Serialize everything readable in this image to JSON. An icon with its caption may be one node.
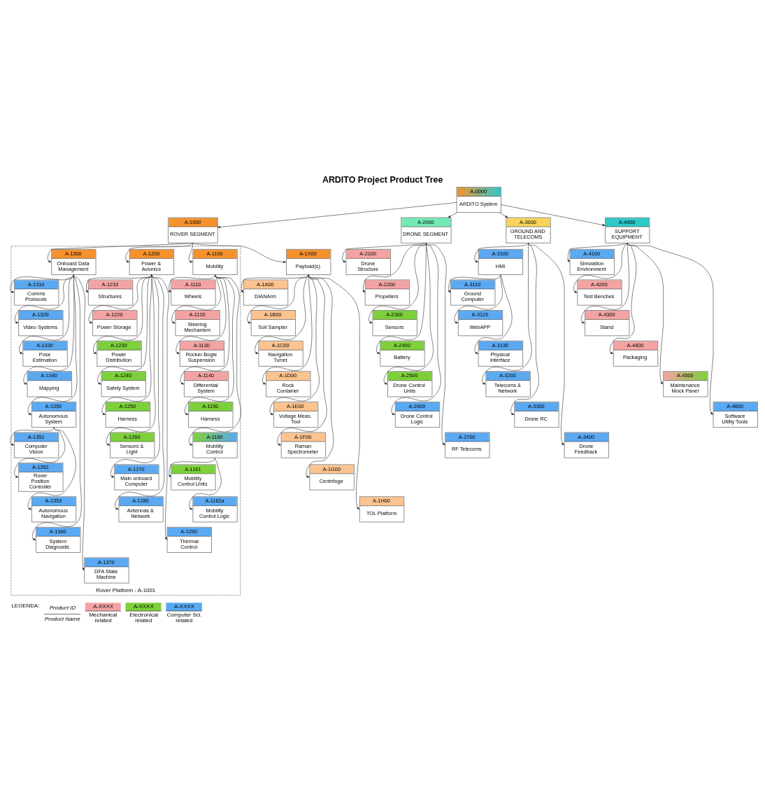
{
  "diagram": {
    "title": "ARDITO Project Product Tree",
    "nodes": [
      {
        "text": [
          "A-0000",
          "ARDITO System"
        ]
      },
      {
        "text": [
          "A-1000",
          "ROVER SEGMENT"
        ]
      },
      {
        "text": [
          "A-2000",
          "DRONE SEGMENT"
        ]
      },
      {
        "text": [
          "A-3000",
          "GROUND AND TELECOMS"
        ]
      },
      {
        "text": [
          "A-4000",
          "SUPPORT EQUIPMENT"
        ]
      },
      {
        "text": [
          "Rover Platform - A-1001"
        ]
      },
      {
        "text": [
          "A-1100",
          "Mobility"
        ],
        "in": 5
      },
      {
        "text": [
          "A-1200",
          "Power & Avionics"
        ],
        "in": 5
      },
      {
        "text": [
          "A-1300",
          "Onboard Data Management"
        ],
        "in": 5
      },
      {
        "text": [
          "A-1X00",
          "Payload(s)"
        ]
      },
      {
        "text": [
          "A-1110",
          "Wheels"
        ],
        "in": 5
      },
      {
        "text": [
          "A-1120",
          "Steering Mechanism"
        ],
        "in": 5
      },
      {
        "text": [
          "A-1130",
          "Rocker-Bogie Suspension"
        ],
        "in": 5
      },
      {
        "text": [
          "A-1140",
          "Differential System"
        ],
        "in": 5
      },
      {
        "text": [
          "A-1150",
          "Harness"
        ],
        "in": 5
      },
      {
        "text": [
          "A-1160",
          "Mobility Control"
        ],
        "in": 5
      },
      {
        "text": [
          "A-1161",
          "Mobility Control Units"
        ],
        "in": 5
      },
      {
        "text": [
          "A-1162a",
          "Mobility Control Logic"
        ],
        "in": 5
      },
      {
        "text": [
          "A-1210",
          "Structures"
        ],
        "in": 5
      },
      {
        "text": [
          "A-1220",
          "Power Storage"
        ],
        "in": 5
      },
      {
        "text": [
          "A-1230",
          "Power Distribution"
        ],
        "in": 5
      },
      {
        "text": [
          "A-1240",
          "Safety System"
        ],
        "in": 5
      },
      {
        "text": [
          "A-1250",
          "Harness"
        ],
        "in": 5
      },
      {
        "text": [
          "A-1260",
          "Sensors & Light"
        ],
        "in": 5
      },
      {
        "text": [
          "A-1270",
          "Main onboard Computer"
        ],
        "in": 5
      },
      {
        "text": [
          "A-1280",
          "Antennas & Network"
        ],
        "in": 5
      },
      {
        "text": [
          "A-1290",
          "Thermal Control"
        ],
        "in": 5
      },
      {
        "text": [
          "A-1310",
          "Comms Protocols"
        ],
        "in": 5
      },
      {
        "text": [
          "A-1320",
          "Video Systems"
        ],
        "in": 5
      },
      {
        "text": [
          "A-1330",
          "Pose Estimation"
        ],
        "in": 5
      },
      {
        "text": [
          "A-1340",
          "Mapping"
        ],
        "in": 5
      },
      {
        "text": [
          "A-1350",
          "Autonomous System"
        ],
        "in": 5
      },
      {
        "text": [
          "A-1351",
          "Computer Vision"
        ],
        "in": 5
      },
      {
        "text": [
          "A-1352",
          "Rover Position Controller"
        ],
        "in": 5
      },
      {
        "text": [
          "A-1353",
          "Autonomous Navigation"
        ],
        "in": 5
      },
      {
        "text": [
          "A-1360",
          "System Diagnostic"
        ],
        "in": 5
      },
      {
        "text": [
          "A-1370",
          "DFA State Machine"
        ],
        "in": 5
      },
      {
        "text": [
          "A-1A00",
          "DIANArm"
        ]
      },
      {
        "text": [
          "A-1B00",
          "Soil Sampler"
        ]
      },
      {
        "text": [
          "A-1C00",
          "Navigation Turret"
        ]
      },
      {
        "text": [
          "A-1D00",
          "Rock Container"
        ]
      },
      {
        "text": [
          "A-1E00",
          "Voltage Meas. Tool"
        ]
      },
      {
        "text": [
          "A-1F00",
          "Raman Spectrometer"
        ]
      },
      {
        "text": [
          "A-1G00",
          "Centrifuge"
        ]
      },
      {
        "text": [
          "A-1H00",
          "TOL Platform"
        ]
      },
      {
        "text": [
          "A-2100",
          "Drone Structure"
        ]
      },
      {
        "text": [
          "A-2200",
          "Propellers"
        ]
      },
      {
        "text": [
          "A-2300",
          "Sensors"
        ]
      },
      {
        "text": [
          "A-2400",
          "Battery"
        ]
      },
      {
        "text": [
          "A-2500",
          "Drone Control Units"
        ]
      },
      {
        "text": [
          "A-2600",
          "Drone Control Logic"
        ]
      },
      {
        "text": [
          "A-2700",
          "RF Telecoms"
        ]
      },
      {
        "text": [
          "A-3100",
          "HMI"
        ]
      },
      {
        "text": [
          "A-3110",
          "Ground Computer"
        ]
      },
      {
        "text": [
          "A-3120",
          "WebAPP"
        ]
      },
      {
        "text": [
          "A-3130",
          "Physical Interface"
        ]
      },
      {
        "text": [
          "A-3200",
          "Telecoms & Network"
        ]
      },
      {
        "text": [
          "A-3300",
          "Drone RC"
        ]
      },
      {
        "text": [
          "A-3400",
          "Drone Feedback"
        ]
      },
      {
        "text": [
          "A-4100",
          "Simulation Environment"
        ]
      },
      {
        "text": [
          "A-4200",
          "Test Benches"
        ]
      },
      {
        "text": [
          "A-4300",
          "Stand"
        ]
      },
      {
        "text": [
          "A-4400",
          "Packaging"
        ]
      },
      {
        "text": [
          "A-4500",
          "Maintenance Mock Panel"
        ]
      },
      {
        "text": [
          "A-4600",
          "Software Utility Tools"
        ]
      }
    ],
    "edges": [
      {
        "from": 0,
        "to": 1,
        "arrow": "to"
      },
      {
        "from": 0,
        "to": 2,
        "arrow": "to"
      },
      {
        "from": 0,
        "to": 3,
        "arrow": "to"
      },
      {
        "from": 0,
        "to": 4,
        "arrow": "to"
      },
      {
        "from": 1,
        "to": 6,
        "arrow": "to"
      },
      {
        "from": 1,
        "to": 7,
        "arrow": "to"
      },
      {
        "from": 1,
        "to": 8,
        "arrow": "to"
      },
      {
        "from": 1,
        "to": 9,
        "arrow": "to"
      },
      {
        "from": 6,
        "to": 10,
        "arrow": "to"
      },
      {
        "from": 6,
        "to": 11,
        "arrow": "to"
      },
      {
        "from": 6,
        "to": 12,
        "arrow": "to"
      },
      {
        "from": 6,
        "to": 13,
        "arrow": "to"
      },
      {
        "from": 6,
        "to": 14,
        "arrow": "to"
      },
      {
        "from": 6,
        "to": 15,
        "arrow": "to"
      },
      {
        "from": 15,
        "to": 16,
        "arrow": "to"
      },
      {
        "from": 15,
        "to": 17,
        "arrow": "to"
      },
      {
        "from": 7,
        "to": 18,
        "arrow": "to"
      },
      {
        "from": 7,
        "to": 19,
        "arrow": "to"
      },
      {
        "from": 7,
        "to": 20,
        "arrow": "to"
      },
      {
        "from": 7,
        "to": 21,
        "arrow": "to"
      },
      {
        "from": 7,
        "to": 22,
        "arrow": "to"
      },
      {
        "from": 7,
        "to": 23,
        "arrow": "to"
      },
      {
        "from": 7,
        "to": 24,
        "arrow": "to"
      },
      {
        "from": 7,
        "to": 25,
        "arrow": "to"
      },
      {
        "from": 7,
        "to": 26,
        "arrow": "to"
      },
      {
        "from": 8,
        "to": 27,
        "arrow": "to"
      },
      {
        "from": 8,
        "to": 28,
        "arrow": "to"
      },
      {
        "from": 8,
        "to": 29,
        "arrow": "to"
      },
      {
        "from": 8,
        "to": 30,
        "arrow": "to"
      },
      {
        "from": 8,
        "to": 31,
        "arrow": "to"
      },
      {
        "from": 31,
        "to": 32,
        "arrow": "to"
      },
      {
        "from": 31,
        "to": 33,
        "arrow": "to"
      },
      {
        "from": 31,
        "to": 34,
        "arrow": "to"
      },
      {
        "from": 8,
        "to": 35,
        "arrow": "to"
      },
      {
        "from": 8,
        "to": 36,
        "arrow": "to"
      },
      {
        "from": 9,
        "to": 37,
        "arrow": "to"
      },
      {
        "from": 9,
        "to": 38,
        "arrow": "to"
      },
      {
        "from": 9,
        "to": 39,
        "arrow": "to"
      },
      {
        "from": 9,
        "to": 40,
        "arrow": "to"
      },
      {
        "from": 9,
        "to": 41,
        "arrow": "to"
      },
      {
        "from": 9,
        "to": 42,
        "arrow": "to"
      },
      {
        "from": 9,
        "to": 43,
        "arrow": "to"
      },
      {
        "from": 9,
        "to": 44,
        "arrow": "to"
      },
      {
        "from": 2,
        "to": 45,
        "arrow": "to"
      },
      {
        "from": 2,
        "to": 46,
        "arrow": "to"
      },
      {
        "from": 2,
        "to": 47,
        "arrow": "to"
      },
      {
        "from": 2,
        "to": 48,
        "arrow": "to"
      },
      {
        "from": 2,
        "to": 49,
        "arrow": "to"
      },
      {
        "from": 2,
        "to": 50,
        "arrow": "to"
      },
      {
        "from": 2,
        "to": 51,
        "arrow": "to"
      },
      {
        "from": 3,
        "to": 52,
        "arrow": "to"
      },
      {
        "from": 52,
        "to": 53,
        "arrow": "to"
      },
      {
        "from": 52,
        "to": 54,
        "arrow": "to"
      },
      {
        "from": 52,
        "to": 55,
        "arrow": "to"
      },
      {
        "from": 3,
        "to": 56,
        "arrow": "to"
      },
      {
        "from": 3,
        "to": 57,
        "arrow": "to"
      },
      {
        "from": 3,
        "to": 58,
        "arrow": "to"
      },
      {
        "from": 4,
        "to": 59,
        "arrow": "to"
      },
      {
        "from": 4,
        "to": 60,
        "arrow": "to"
      },
      {
        "from": 4,
        "to": 61,
        "arrow": "to"
      },
      {
        "from": 4,
        "to": 62,
        "arrow": "to"
      },
      {
        "from": 4,
        "to": 63,
        "arrow": "to"
      },
      {
        "from": 4,
        "to": 64,
        "arrow": "to"
      }
    ],
    "labels": [
      "LEGENDA:",
      "Product ID",
      "Product Name",
      "A-XXXX",
      "A-XXXX",
      "A-XXXX"
    ],
    "legend": [
      {
        "text": "Mechanical related",
        "color": "#f4a3a3"
      },
      {
        "text": "Electronical related",
        "color": "#7ed03b"
      },
      {
        "text": "Computer Sci. related",
        "color": "#5aa9f2"
      }
    ]
  }
}
